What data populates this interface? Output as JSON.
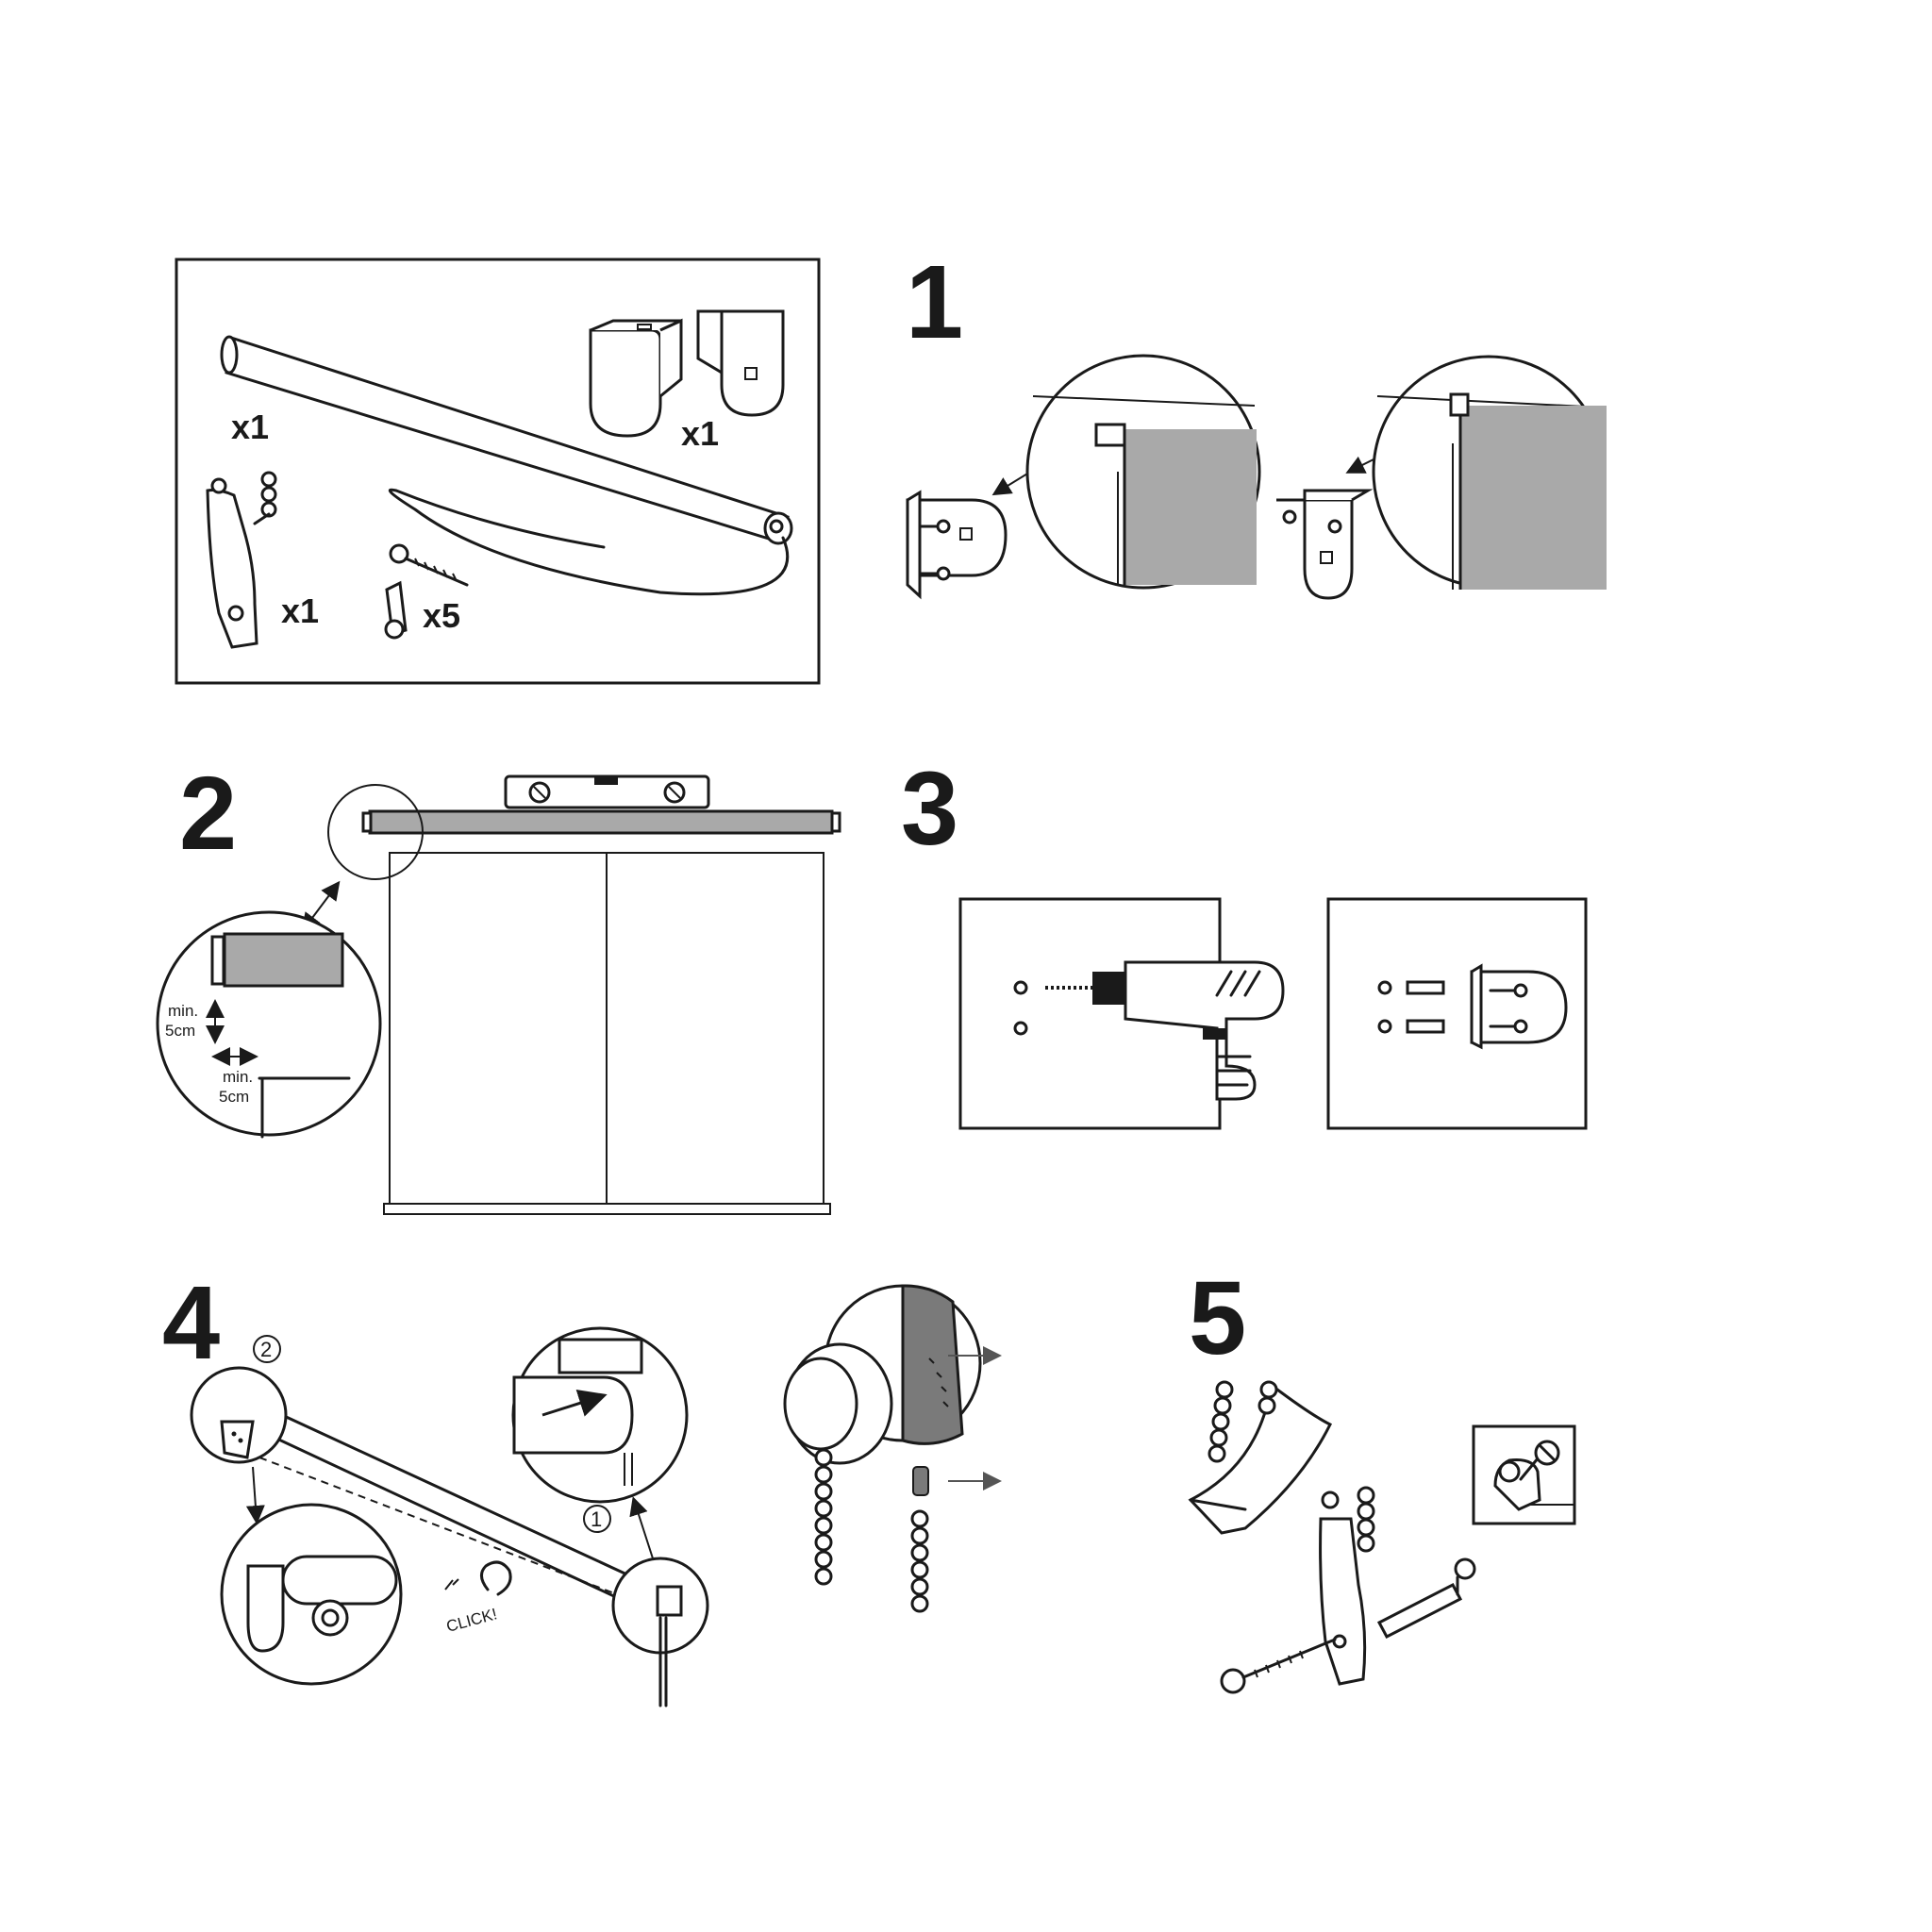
{
  "steps": {
    "s1": "1",
    "s2": "2",
    "s3": "3",
    "s4": "4",
    "s5": "5"
  },
  "parts": {
    "tube_qty": "x1",
    "brackets_qty": "x1",
    "cord_tensioner_qty": "x1",
    "screws_qty": "x5"
  },
  "step2": {
    "min_label": "min.",
    "min_value": "5cm"
  },
  "step4": {
    "marker_1": "1",
    "marker_2": "2",
    "click_label": "CLICK!"
  }
}
